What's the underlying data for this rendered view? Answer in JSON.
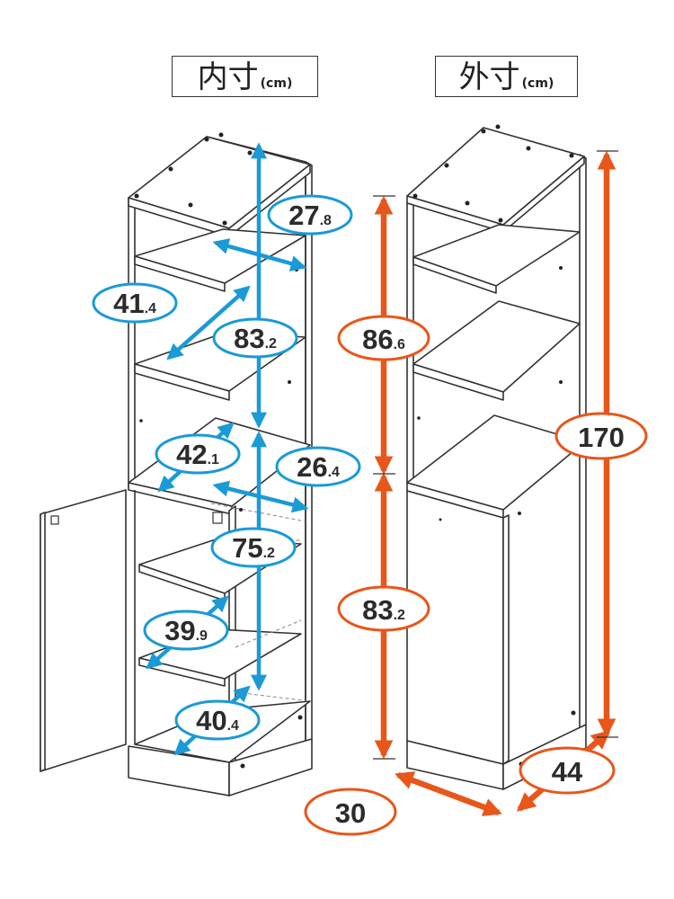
{
  "titles": {
    "inner_main": "内寸",
    "inner_unit": "(cm)",
    "outer_main": "外寸",
    "outer_unit": "(cm)"
  },
  "inner_dimensions": [
    {
      "int": "27",
      "dec": ".8"
    },
    {
      "int": "41",
      "dec": ".4"
    },
    {
      "int": "83",
      "dec": ".2"
    },
    {
      "int": "42",
      "dec": ".1"
    },
    {
      "int": "26",
      "dec": ".4"
    },
    {
      "int": "75",
      "dec": ".2"
    },
    {
      "int": "39",
      "dec": ".9"
    },
    {
      "int": "40",
      "dec": ".4"
    }
  ],
  "outer_dimensions": [
    {
      "int": "86",
      "dec": ".6"
    },
    {
      "int": "83",
      "dec": ".2"
    },
    {
      "int": "170",
      "dec": ""
    },
    {
      "int": "30",
      "dec": ""
    },
    {
      "int": "44",
      "dec": ""
    }
  ],
  "colors": {
    "inner_accent": "#1a9ad6",
    "outer_accent": "#e8561a",
    "line": "#333333"
  }
}
